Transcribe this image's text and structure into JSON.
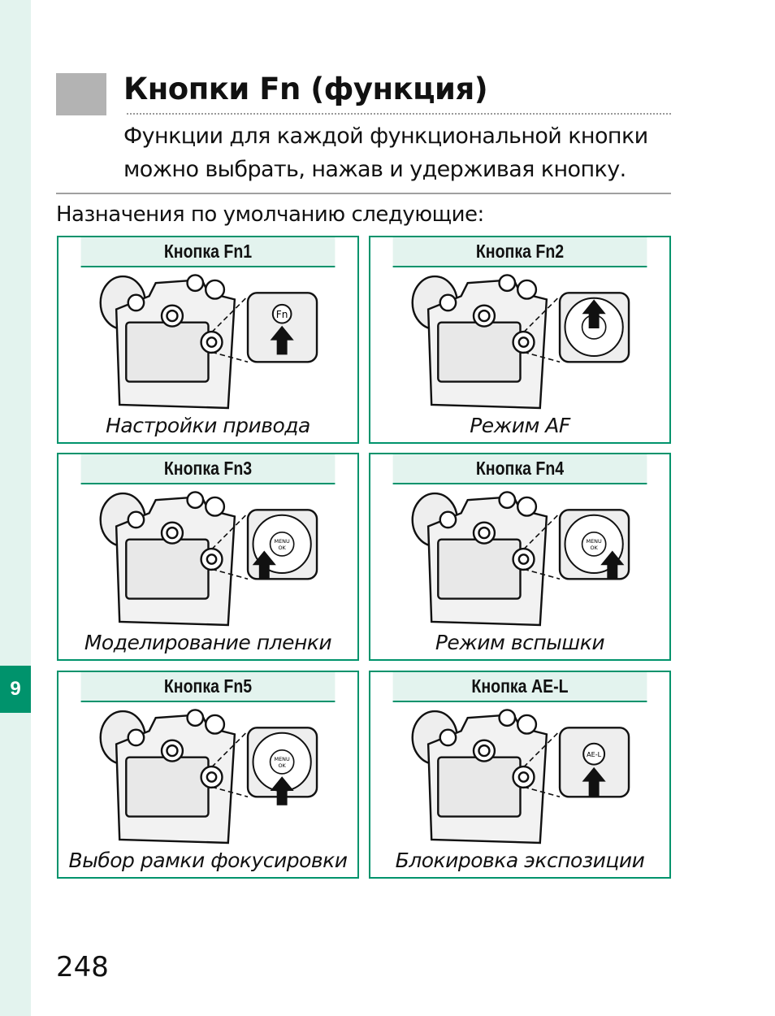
{
  "chapter_tab": "9",
  "title": "Кнопки Fn (функция)",
  "intro_lines": [
    "Функции для каждой функциональной кнопки",
    "можно выбрать, нажав и удерживая кнопку."
  ],
  "lead": "Назначения по умолчанию следующие:",
  "boxes": [
    {
      "header": "Кнопка Fn1",
      "caption": "Настройки привода",
      "inset": "fn-button"
    },
    {
      "header": "Кнопка Fn2",
      "caption": "Режим AF",
      "inset": "selector-up"
    },
    {
      "header": "Кнопка Fn3",
      "caption": "Моделирование пленки",
      "inset": "selector-left"
    },
    {
      "header": "Кнопка Fn4",
      "caption": "Режим вспышки",
      "inset": "selector-right"
    },
    {
      "header": "Кнопка Fn5",
      "caption": "Выбор рамки фокусировки",
      "inset": "selector-down"
    },
    {
      "header": "Кнопка AE-L",
      "caption": "Блокировка экспозиции",
      "inset": "ael-button"
    }
  ],
  "inset_labels": {
    "fn": "Fn",
    "menu": "MENU",
    "ok": "OK",
    "ael": "AE-L"
  },
  "page_number": "248",
  "colors": {
    "accent": "#00936c",
    "tint": "#e3f3ee",
    "grey_square": "#b3b3b3"
  }
}
